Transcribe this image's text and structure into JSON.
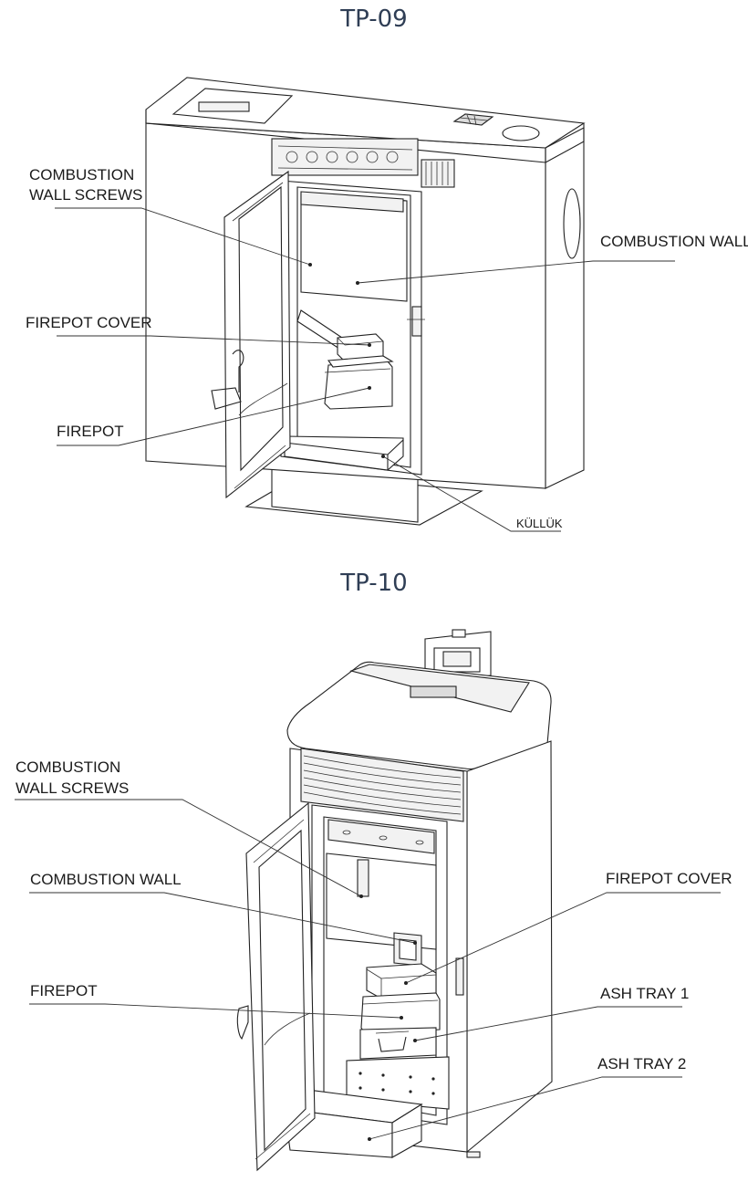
{
  "diagrams": [
    {
      "title": "TP-09",
      "labels": {
        "combustion_wall_screws_1": "COMBUSTION",
        "combustion_wall_screws_2": "WALL SCREWS",
        "combustion_wall": "COMBUSTION WALL",
        "firepot_cover": "FIREPOT COVER",
        "firepot": "FIREPOT",
        "kulluk": "KÜLLÜK"
      }
    },
    {
      "title": "TP-10",
      "labels": {
        "combustion_wall_screws_1": "COMBUSTION",
        "combustion_wall_screws_2": "WALL SCREWS",
        "combustion_wall": "COMBUSTION WALL",
        "firepot_cover": "FIREPOT COVER",
        "firepot": "FIREPOT",
        "ash_tray_1": "ASH TRAY 1",
        "ash_tray_2": "ASH TRAY 2"
      }
    }
  ]
}
